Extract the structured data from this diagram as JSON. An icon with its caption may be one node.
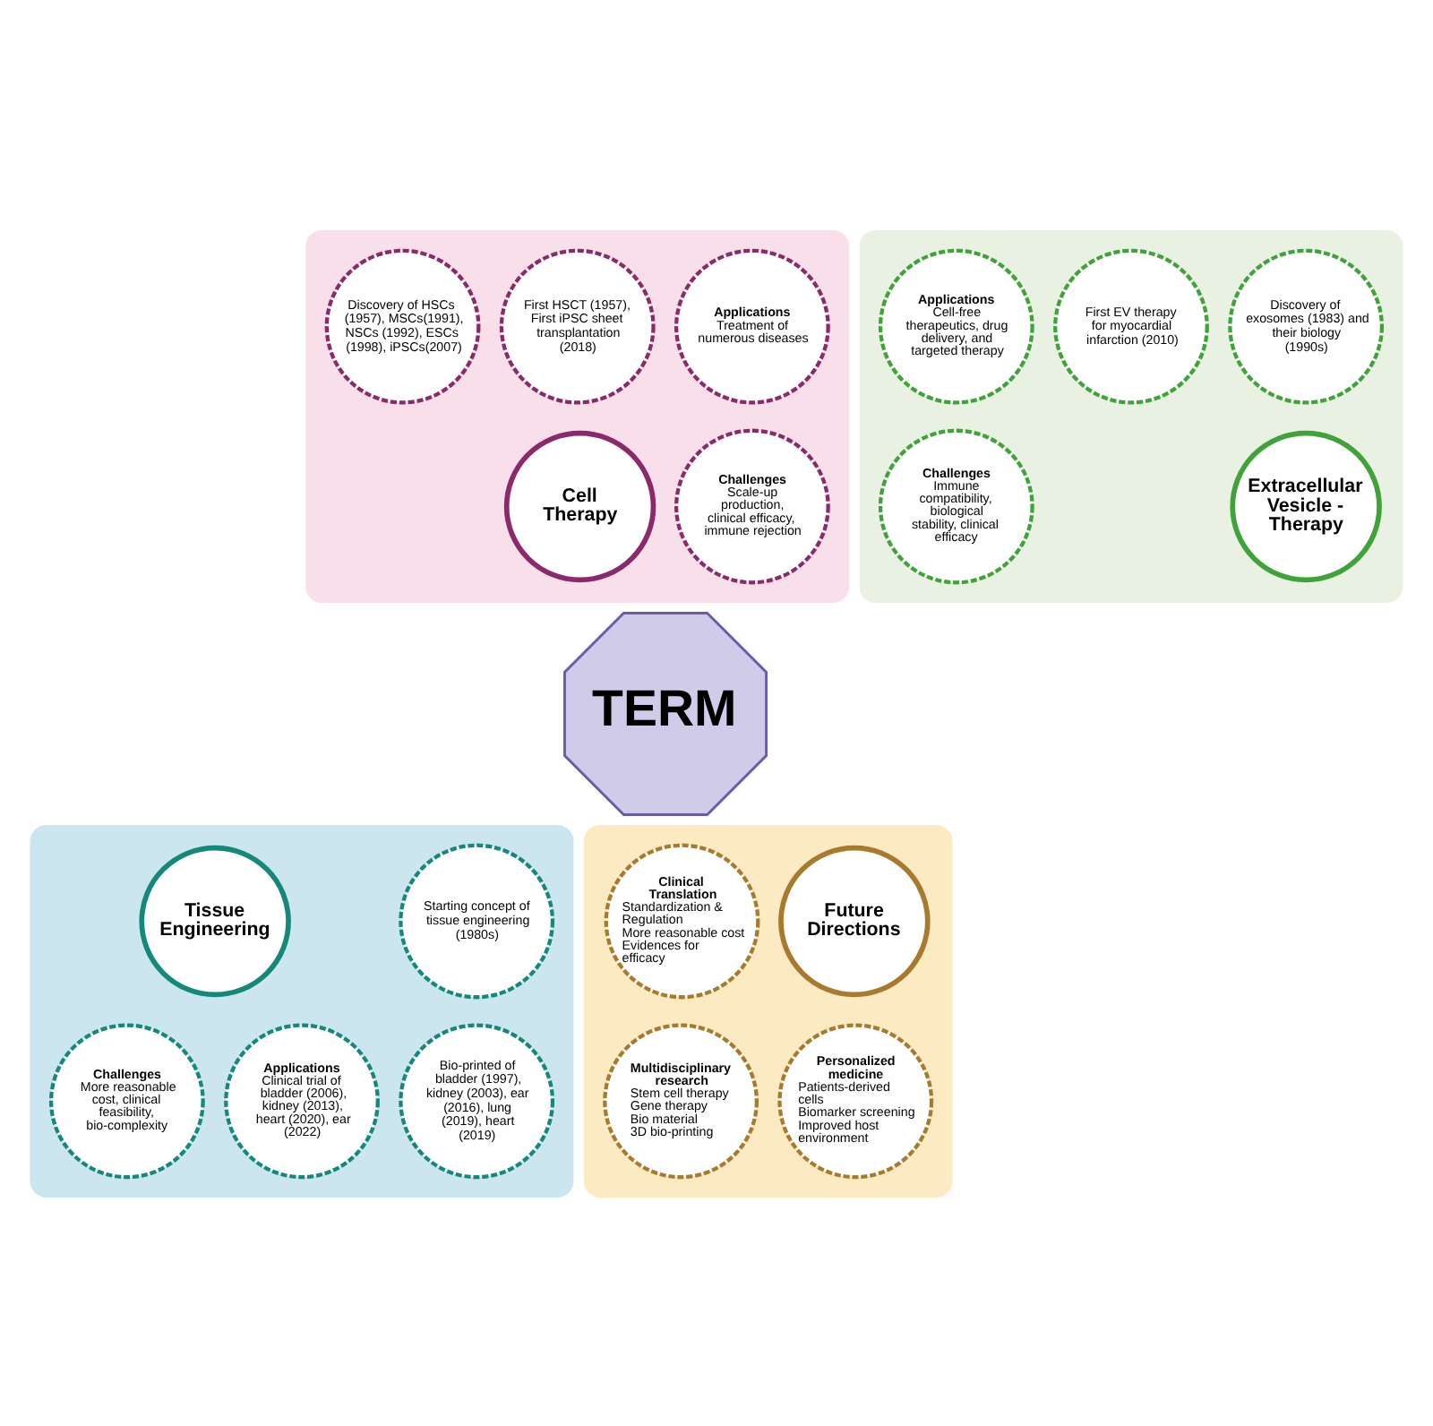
{
  "diagram": {
    "nodes": [
      {
        "text": [],
        "shape": "gear"
      },
      {
        "text": [
          "First HSCT (1957), First iPSC sheet transplantation (2018)"
        ],
        "in": 0
      },
      {
        "text": [
          "Applications",
          "Treatment of numerous diseases"
        ],
        "in": 0
      },
      {
        "text": [
          "Discovery of HSCs (1957), MSCs(1991), NSCs (1992), ESCs (1998), iPSCs(2007)"
        ],
        "in": 0
      },
      {
        "text": [
          "Challenges",
          "Scale-up production, clinical efficacy, immune rejection"
        ],
        "in": 0
      },
      {
        "text": [
          "Cell Therapy"
        ],
        "in": 0
      },
      {
        "text": [],
        "shape": "gear"
      },
      {
        "text": [
          "First EV therapy for myocardial infarction (2010)"
        ],
        "in": 6
      },
      {
        "text": [
          "Discovery of exosomes (1983) and their biology (1990s)"
        ],
        "in": 6
      },
      {
        "text": [
          "Applications",
          "Cell-free therapeutics, drug delivery, and targeted therapy"
        ],
        "in": 6
      },
      {
        "text": [
          "Challenges",
          "Immune compatibility, biological stability, clinical efficacy"
        ],
        "in": 6
      },
      {
        "text": [
          "Extracellular Vesicle - Therapy"
        ],
        "in": 6
      },
      {
        "text": [
          "TERM"
        ]
      },
      {
        "text": [],
        "shape": "gear"
      },
      {
        "text": [
          "Starting concept of tissue engineering (1980s)"
        ],
        "in": 13
      },
      {
        "text": [
          "Tissue Engineering"
        ],
        "in": 13
      },
      {
        "text": [
          "Bio-printed of bladder (1997), kidney (2003), ear (2016), lung (2019), heart (2019)"
        ],
        "in": 13
      },
      {
        "text": [
          "Challenges",
          "More reasonable cost, clinical feasibility, bio-complexity"
        ],
        "in": 13
      },
      {
        "text": [
          "Applications",
          "Clinical trial of bladder (2006), kidney (2013), heart (2020), ear (2022)"
        ],
        "in": 13
      },
      {
        "text": [],
        "shape": "gear"
      },
      {
        "text": [
          "Future Directions"
        ],
        "in": 19
      },
      {
        "text": [
          "Clinical Translation",
          "Standardization & Regulation",
          "More reasonable cost",
          "Evidences for efficacy"
        ],
        "in": 19
      },
      {
        "text": [
          "Personalized medicine",
          "Patients-derived cells",
          "Biomarker screening",
          "Improved host environment"
        ],
        "in": 19
      },
      {
        "text": [
          "Multidisciplinary research",
          "Stem cell therapy",
          "Gene therapy",
          "Bio material",
          "3D bio-printing"
        ],
        "in": 19
      }
    ]
  }
}
